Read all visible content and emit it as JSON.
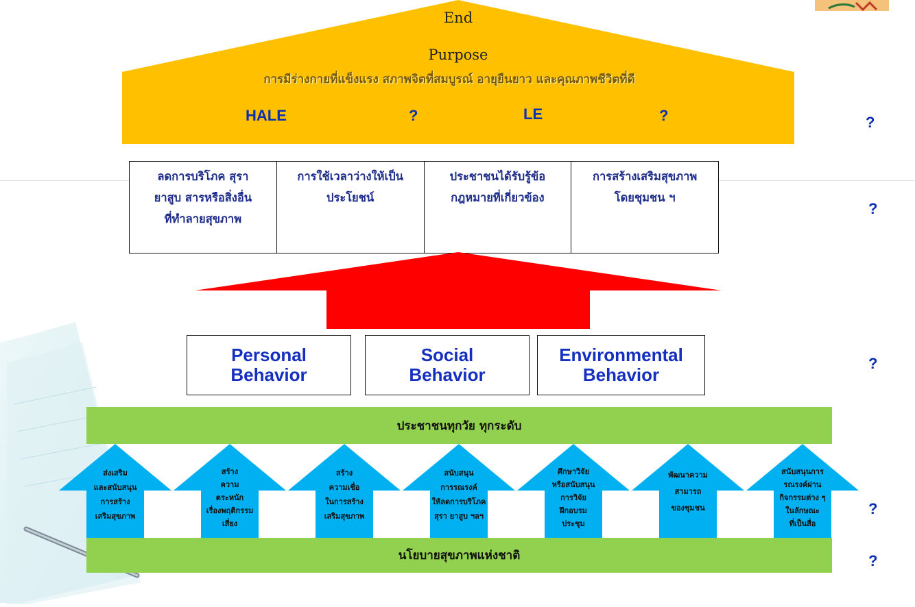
{
  "roof": {
    "end": "End",
    "purpose": "Purpose",
    "purpose_th": "การมีร่างกายที่แข็งแรง สภาพจิตที่สมบูรณ์ อายุยืนยาว และคุณภาพชีวิตที่ดี",
    "metrics": [
      "HALE",
      "?",
      "LE",
      "?"
    ]
  },
  "goals": [
    [
      "ลดการบริโภค สุรา",
      "ยาสูบ สารหรือสิ่งอื่น",
      "ที่ทำลายสุขภาพ"
    ],
    [
      "การใช้เวลาว่างให้เป็น",
      "ประโยชน์"
    ],
    [
      "ประชาชนได้รับรู้ข้อ",
      "กฎหมายที่เกี่ยวข้อง"
    ],
    [
      "การสร้างเสริมสุขภาพ",
      "โดยชุมชน ฯ"
    ]
  ],
  "behaviors": [
    [
      "Personal",
      "Behavior"
    ],
    [
      "Social",
      "Behavior"
    ],
    [
      "Environmental",
      "Behavior"
    ]
  ],
  "top_band": "ประชาชนทุกวัย ทุกระดับ",
  "bottom_band": "นโยบายสุขภาพแห่งชาติ",
  "pillars": [
    [
      "ส่งเสริม",
      "และสนับสนุน",
      "การสร้าง",
      "เสริมสุขภาพ"
    ],
    [
      "สร้าง",
      "ความ",
      "ตระหนัก",
      "เรื่องพฤติกรรม",
      "เสี่ยง"
    ],
    [
      "สร้าง",
      "ความเชื่อ",
      "ในการสร้าง",
      "เสริมสุขภาพ"
    ],
    [
      "สนับสนุน",
      "การรณรงค์",
      "ให้ลดการบริโภค",
      "สุรา ยาสูบ ฯลฯ"
    ],
    [
      "ศึกษาวิจัย",
      "หรือสนับสนุน",
      "การวิจัย",
      "ฝึกอบรม",
      "ประชุม"
    ],
    [
      "พัฒนาความ",
      "สามารถ",
      "ของชุมชน"
    ],
    [
      "สนับสนุนการ",
      "รณรงค์ผ่าน",
      "กิจกรรมต่าง ๆ",
      "ในลักษณะ",
      "ที่เป็นสื่อ"
    ]
  ],
  "right_marks": [
    "?",
    "?",
    "?",
    "?",
    "?"
  ],
  "colors": {
    "roof": "#ffc000",
    "big_arrow": "#ff0000",
    "band": "#92d050",
    "pillar_arrow": "#00b0f0",
    "text_blue": "#1530c0"
  }
}
